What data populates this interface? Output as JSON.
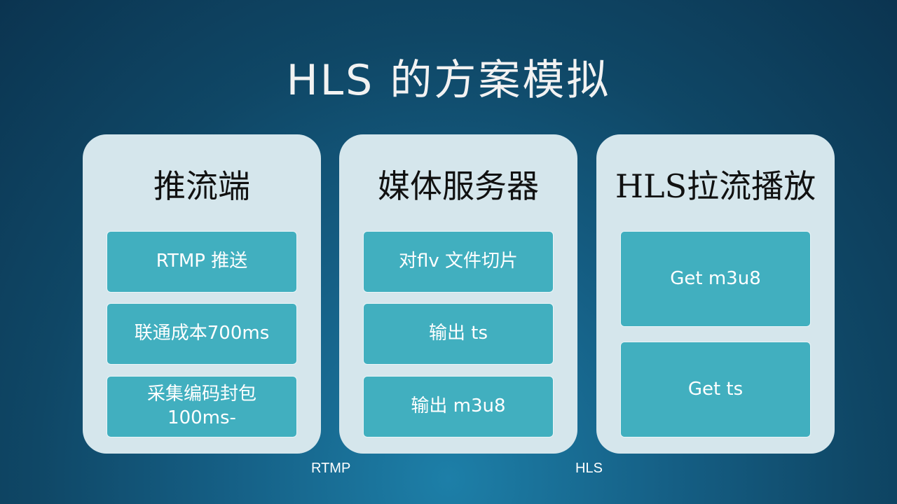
{
  "title": "HLS 的方案模拟",
  "panels": [
    {
      "title": "推流端",
      "items": [
        "RTMP 推送",
        "联通成本700ms",
        "采集编码封包 100ms-"
      ]
    },
    {
      "title": "媒体服务器",
      "items": [
        "对flv 文件切片",
        "输出 ts",
        "输出 m3u8"
      ]
    },
    {
      "title": "HLS拉流播放",
      "items": [
        "Get m3u8",
        "Get ts"
      ]
    }
  ],
  "connectors": {
    "left": "RTMP",
    "right": "HLS"
  }
}
